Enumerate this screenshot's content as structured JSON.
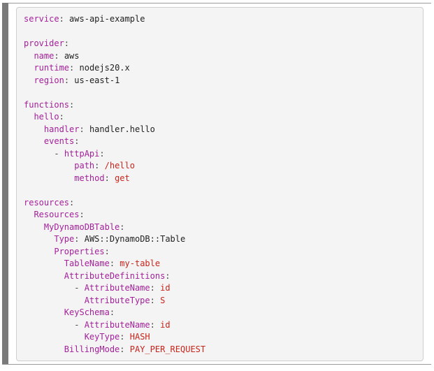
{
  "code_block": {
    "language": "yaml",
    "colors": {
      "key": "#a3219a",
      "value": "#222222",
      "literal": "#c8251c",
      "background": "#f4f4f4"
    },
    "lines": [
      {
        "indent": 0,
        "key": "service",
        "value": "aws-api-example",
        "style": "plain"
      },
      {
        "blank": true
      },
      {
        "indent": 0,
        "key": "provider"
      },
      {
        "indent": 2,
        "key": "name",
        "value": "aws",
        "style": "plain"
      },
      {
        "indent": 2,
        "key": "runtime",
        "value": "nodejs20.x",
        "style": "plain"
      },
      {
        "indent": 2,
        "key": "region",
        "value": "us-east-1",
        "style": "plain"
      },
      {
        "blank": true
      },
      {
        "indent": 0,
        "key": "functions"
      },
      {
        "indent": 2,
        "key": "hello"
      },
      {
        "indent": 4,
        "key": "handler",
        "value": "handler.hello",
        "style": "plain"
      },
      {
        "indent": 4,
        "key": "events"
      },
      {
        "indent": 6,
        "dash": true,
        "key": "httpApi"
      },
      {
        "indent": 10,
        "key": "path",
        "value": "/hello",
        "style": "literal"
      },
      {
        "indent": 10,
        "key": "method",
        "value": "get",
        "style": "literal"
      },
      {
        "blank": true
      },
      {
        "indent": 0,
        "key": "resources"
      },
      {
        "indent": 2,
        "key": "Resources"
      },
      {
        "indent": 4,
        "key": "MyDynamoDBTable"
      },
      {
        "indent": 6,
        "key": "Type",
        "value": "AWS::DynamoDB::Table",
        "style": "plain"
      },
      {
        "indent": 6,
        "key": "Properties"
      },
      {
        "indent": 8,
        "key": "TableName",
        "value": "my-table",
        "style": "literal"
      },
      {
        "indent": 8,
        "key": "AttributeDefinitions"
      },
      {
        "indent": 10,
        "dash": true,
        "key": "AttributeName",
        "value": "id",
        "style": "literal"
      },
      {
        "indent": 12,
        "key": "AttributeType",
        "value": "S",
        "style": "literal"
      },
      {
        "indent": 8,
        "key": "KeySchema"
      },
      {
        "indent": 10,
        "dash": true,
        "key": "AttributeName",
        "value": "id",
        "style": "literal"
      },
      {
        "indent": 12,
        "key": "KeyType",
        "value": "HASH",
        "style": "literal"
      },
      {
        "indent": 8,
        "key": "BillingMode",
        "value": "PAY_PER_REQUEST",
        "style": "literal"
      }
    ]
  }
}
